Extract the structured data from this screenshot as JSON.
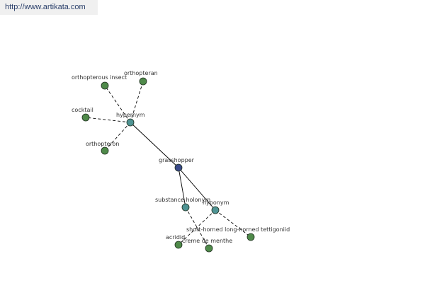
{
  "watermark": {
    "url": "http://www.artikata.com"
  },
  "colors": {
    "leaf_node": "#4f8a4a",
    "relation_node": "#4f9494",
    "center_node": "#3a4a8a",
    "edge": "#000000",
    "node_stroke": "#1e2e1e"
  },
  "graph": {
    "nodes": [
      {
        "id": "grasshopper",
        "label": "grasshopper",
        "kind": "center"
      },
      {
        "id": "hypernym",
        "label": "hypernym",
        "kind": "relation"
      },
      {
        "id": "substance-holonym",
        "label": "substance holonym",
        "kind": "relation"
      },
      {
        "id": "hyponym",
        "label": "hyponym",
        "kind": "relation"
      },
      {
        "id": "orthopterous-insect",
        "label": "orthopterous insect",
        "kind": "leaf"
      },
      {
        "id": "orthopteran",
        "label": "orthopteran",
        "kind": "leaf"
      },
      {
        "id": "cocktail",
        "label": "cocktail",
        "kind": "leaf"
      },
      {
        "id": "orthopteron",
        "label": "orthopteron",
        "kind": "leaf"
      },
      {
        "id": "short-horned-long-horned-tettigoniid",
        "label": "short-horned long-horned tettigoniid",
        "kind": "leaf"
      },
      {
        "id": "acridid",
        "label": "acridid",
        "kind": "leaf"
      },
      {
        "id": "creme-de-menthe",
        "label": "creme de menthe",
        "kind": "leaf"
      }
    ],
    "edges": [
      {
        "from": "grasshopper",
        "to": "hypernym",
        "style": "solid"
      },
      {
        "from": "grasshopper",
        "to": "substance-holonym",
        "style": "solid"
      },
      {
        "from": "grasshopper",
        "to": "hyponym",
        "style": "solid"
      },
      {
        "from": "hypernym",
        "to": "orthopterous-insect",
        "style": "dashed"
      },
      {
        "from": "hypernym",
        "to": "orthopteran",
        "style": "dashed"
      },
      {
        "from": "hypernym",
        "to": "cocktail",
        "style": "dashed"
      },
      {
        "from": "hypernym",
        "to": "orthopteron",
        "style": "dashed"
      },
      {
        "from": "substance-holonym",
        "to": "creme-de-menthe",
        "style": "dashed"
      },
      {
        "from": "hyponym",
        "to": "acridid",
        "style": "dashed"
      },
      {
        "from": "hyponym",
        "to": "short-horned-long-horned-tettigoniid",
        "style": "dashed"
      }
    ]
  }
}
